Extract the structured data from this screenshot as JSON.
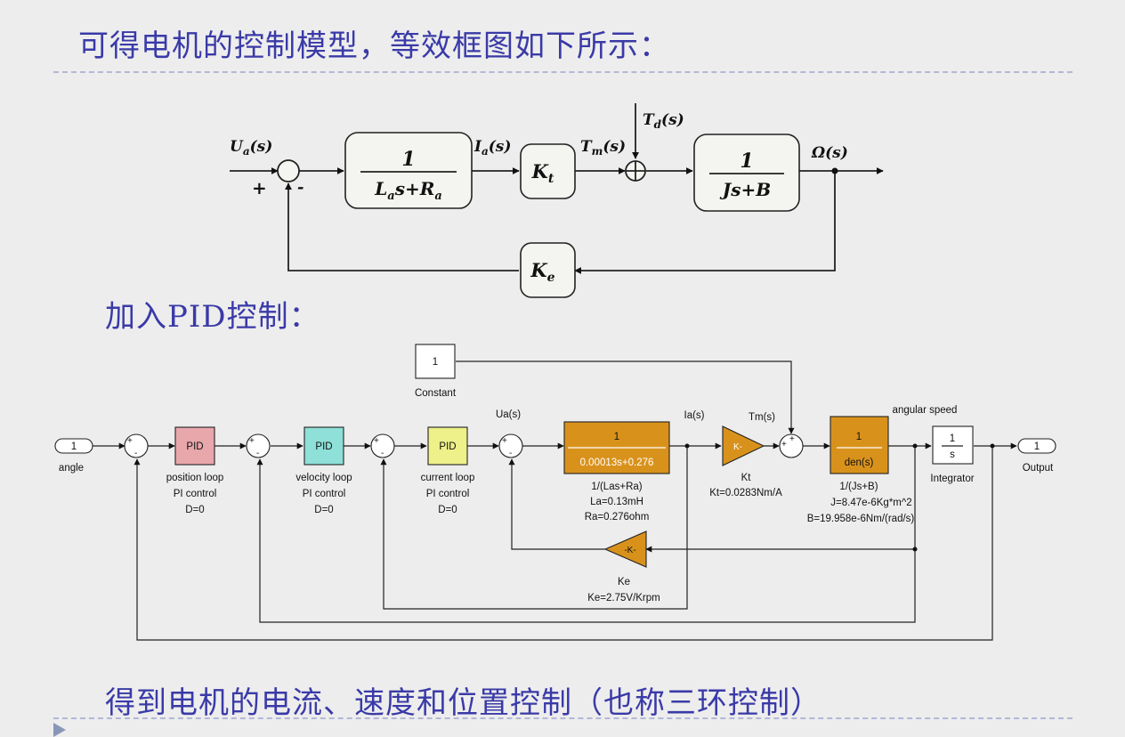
{
  "headings": {
    "top": "可得电机的控制模型，等效框图如下所示：",
    "middle": "加入PID控制：",
    "bottom": "得到电机的电流、速度和位置控制（也称三环控制）"
  },
  "diagram1": {
    "input_label": "U",
    "input_sub": "a",
    "input_suffix": "(s)",
    "sum_plus": "+",
    "sum_minus": "-",
    "block1_num": "1",
    "block1_den_a": "L",
    "block1_den_b": "a",
    "block1_den_c": "s+R",
    "block1_den_d": "a",
    "current_label": "I",
    "current_sub": "a",
    "current_suffix": "(s)",
    "kt_label": "K",
    "kt_sub": "t",
    "tm_label": "T",
    "tm_sub": "m",
    "tm_suffix": "(s)",
    "td_label": "T",
    "td_sub": "d",
    "td_suffix": "(s)",
    "block2_num": "1",
    "block2_den": "Js+B",
    "output_label": "Ω(s)",
    "ke_label": "K",
    "ke_sub": "e"
  },
  "diagram2": {
    "inport_num": "1",
    "inport_label": "angle",
    "outport_num": "1",
    "outport_label": "Output",
    "pid_text": "PID",
    "sum_sign": "+",
    "sum_sign_minus": "-",
    "pid1_lines": [
      "position loop",
      "PI control",
      "D=0"
    ],
    "pid2_lines": [
      "velocity loop",
      "PI control",
      "D=0"
    ],
    "pid3_lines": [
      "current loop",
      "PI control",
      "D=0"
    ],
    "constant_value": "1",
    "constant_label": "Constant",
    "ua_label": "Ua(s)",
    "ia_label": "Ia(s)",
    "tm_label": "Tm(s)",
    "angular_label": "angular speed",
    "elec_num": "1",
    "elec_den": "0.00013s+0.276",
    "elec_lines": [
      "1/(Las+Ra)",
      "La=0.13mH",
      "Ra=0.276ohm"
    ],
    "kt_gain": "K-",
    "kt_lines": [
      "Kt",
      "Kt=0.0283Nm/A"
    ],
    "mech_num": "1",
    "mech_den": "den(s)",
    "mech_lines": [
      "1/(Js+B)",
      "J=8.47e-6Kg*m^2",
      "B=19.958e-6Nm/(rad/s)"
    ],
    "integ_num": "1",
    "integ_den": "s",
    "integ_label": "Integrator",
    "ke_gain": "-K-",
    "ke_lines": [
      "Ke",
      "Ke=2.75V/Krpm"
    ]
  },
  "colors": {
    "heading": "#3a3aa8",
    "pid_position": "#e8a7ab",
    "pid_velocity": "#8ee0d8",
    "pid_current": "#eef08a",
    "orange_block": "#d8921c",
    "background": "#ededed"
  }
}
